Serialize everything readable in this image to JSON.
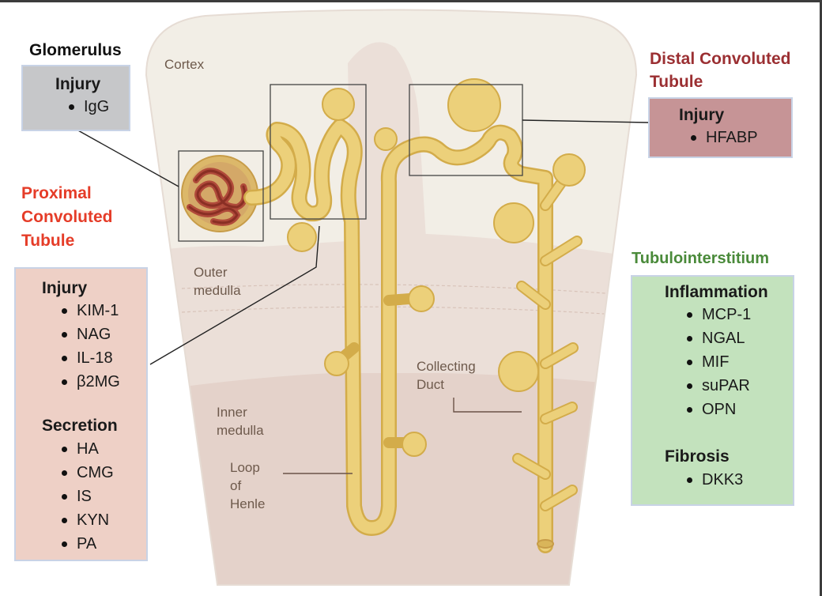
{
  "regions": {
    "cortex": "Cortex",
    "outer_medulla": [
      "Outer",
      "medulla"
    ],
    "inner_medulla": [
      "Inner",
      "medulla"
    ],
    "loop_of_henle": [
      "Loop",
      "of",
      "Henle"
    ],
    "collecting_duct": [
      "Collecting",
      "Duct"
    ]
  },
  "glomerulus": {
    "title": "Glomerulus",
    "groups": [
      {
        "heading": "Injury",
        "direction": "up",
        "markers": [
          "IgG"
        ]
      }
    ]
  },
  "proximal_convoluted_tubule": {
    "title": [
      "Proximal",
      "Convoluted",
      "Tubule"
    ],
    "groups": [
      {
        "heading": "Injury",
        "direction": "up",
        "markers": [
          "KIM-1",
          "NAG",
          "IL-18",
          "β2MG"
        ]
      },
      {
        "heading": "Secretion",
        "direction": "down",
        "markers": [
          "HA",
          "CMG",
          "IS",
          "KYN",
          "PA"
        ]
      }
    ]
  },
  "distal_convoluted_tubule": {
    "title": [
      "Distal Convoluted",
      "Tubule"
    ],
    "groups": [
      {
        "heading": "Injury",
        "direction": "up",
        "markers": [
          "HFABP"
        ]
      }
    ]
  },
  "tubulointerstitium": {
    "title": "Tubulointerstitium",
    "groups": [
      {
        "heading": "Inflammation",
        "direction": "up",
        "markers": [
          "MCP-1",
          "NGAL",
          "MIF",
          "suPAR",
          "OPN"
        ]
      },
      {
        "heading": "Fibrosis",
        "direction": "up",
        "markers": [
          "DKK3"
        ]
      }
    ]
  },
  "colors": {
    "glomerulus_box": "#c6c7c9",
    "glomerulus_arrow": "#8a8a8a",
    "pct_box": "#eed0c6",
    "pct_arrow": "#e8432c",
    "pct_title": "#e53c28",
    "dct_box": "#c69496",
    "dct_arrow": "#8a2328",
    "dct_title": "#9b2f32",
    "tubulo_box": "#c3e2bd",
    "tubulo_arrow": "#2f5f2d",
    "tubulo_title": "#4a8a3a",
    "tubule_fill": "#ecd07a",
    "tubule_stroke": "#d3ac4a",
    "cortex_fill": "#f2eee6",
    "medulla_fill": "#eadcd4"
  }
}
